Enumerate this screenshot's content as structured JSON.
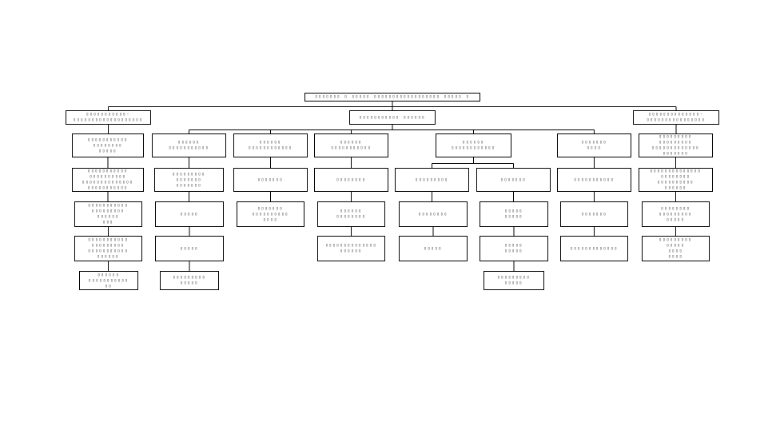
{
  "diagram": {
    "type": "org-chart",
    "note": "Box labels in the source screenshot are rendered as unreadable placeholder glyphs; they are transcribed here as the same placeholder glyphs.",
    "nodes": [
      {
        "id": "root",
        "label": "▯▯▯▯▯▯▯ ▯ ▯▯▯▯▯ ▯▯▯▯▯▯▯▯▯▯▯▯▯▯▯▯▯▯ ▯▯▯▯▯ ▯"
      },
      {
        "id": "l",
        "label": "▯▯▯▯▯▯▯▯▯▯▯-\n▯▯▯▯▯▯▯▯▯▯▯▯▯▯▯▯▯▯▯"
      },
      {
        "id": "c",
        "label": "▯▯▯▯▯▯▯▯▯▯▯ ▯▯▯▯▯▯"
      },
      {
        "id": "r",
        "label": "▯▯▯▯▯▯▯▯▯▯▯▯▯▯-\n▯▯▯▯▯▯▯▯▯▯▯▯▯▯▯▯"
      },
      {
        "id": "a1",
        "label": "▯▯▯▯▯▯▯▯▯▯▯\n▯▯▯▯▯▯▯▯\n▯▯▯▯▯"
      },
      {
        "id": "a2",
        "label": "▯▯▯▯▯▯▯▯▯▯▯\n▯▯▯▯▯▯▯▯▯▯\n▯▯▯▯▯▯▯▯▯▯▯▯▯▯\n▯▯▯▯▯▯▯▯▯▯▯"
      },
      {
        "id": "a3",
        "label": "▯▯▯▯▯▯▯▯▯▯▯\n▯▯▯▯▯▯▯▯▯\n▯▯▯▯▯▯\n▯▯▯"
      },
      {
        "id": "a4",
        "label": "▯▯▯▯▯▯▯▯▯▯▯\n▯▯▯▯▯▯▯▯▯\n▯▯▯▯▯▯▯▯▯▯▯\n▯▯▯▯▯▯"
      },
      {
        "id": "a5",
        "label": "▯▯▯▯▯▯\n▯▯▯▯▯▯▯▯▯▯▯\n▯▯"
      },
      {
        "id": "b1",
        "label": "▯▯▯▯▯▯\n▯▯▯▯▯▯▯▯▯▯▯"
      },
      {
        "id": "b2",
        "label": "▯▯▯▯▯▯▯▯▯\n▯▯▯▯▯▯▯\n▯▯▯▯▯▯▯"
      },
      {
        "id": "b3",
        "label": "▯▯▯▯▯"
      },
      {
        "id": "b4",
        "label": "▯▯▯▯▯"
      },
      {
        "id": "b5",
        "label": "▯▯▯▯▯▯▯▯▯\n▯▯▯▯▯"
      },
      {
        "id": "c1",
        "label": "▯▯▯▯▯▯\n▯▯▯▯▯▯▯▯▯▯▯▯"
      },
      {
        "id": "c2",
        "label": "▯▯▯▯▯▯▯"
      },
      {
        "id": "c3",
        "label": "▯▯▯▯▯▯▯\n▯▯▯▯▯▯▯▯▯▯\n▯▯▯▯"
      },
      {
        "id": "d1",
        "label": "▯▯▯▯▯▯\n▯▯▯▯▯▯▯▯▯▯▯"
      },
      {
        "id": "d2",
        "label": "▯▯▯▯▯▯▯▯"
      },
      {
        "id": "d3",
        "label": "▯▯▯▯▯▯\n▯▯▯▯▯▯▯▯"
      },
      {
        "id": "d4",
        "label": "▯▯▯▯▯▯▯▯▯▯▯▯▯▯\n▯▯▯▯▯▯"
      },
      {
        "id": "e1",
        "label": "▯▯▯▯▯▯\n▯▯▯▯▯▯▯▯▯▯▯▯"
      },
      {
        "id": "e2",
        "label": "▯▯▯▯▯▯▯▯▯"
      },
      {
        "id": "e3",
        "label": "▯▯▯▯▯▯▯"
      },
      {
        "id": "e4",
        "label": "▯▯▯▯▯▯▯▯"
      },
      {
        "id": "e5",
        "label": "▯▯▯▯▯"
      },
      {
        "id": "e6",
        "label": "▯▯▯▯▯\n▯▯▯▯▯"
      },
      {
        "id": "e7",
        "label": "▯▯▯▯▯\n▯▯▯▯▯"
      },
      {
        "id": "e8",
        "label": "▯▯▯▯▯▯▯▯▯\n▯▯▯▯▯"
      },
      {
        "id": "f1",
        "label": "▯▯▯▯▯▯▯\n▯▯▯▯"
      },
      {
        "id": "f2",
        "label": "▯▯▯▯▯▯▯▯▯▯▯"
      },
      {
        "id": "f3",
        "label": "▯▯▯▯▯▯▯"
      },
      {
        "id": "f4",
        "label": "▯▯▯▯▯▯▯▯▯▯▯▯▯"
      },
      {
        "id": "g1",
        "label": "▯▯▯▯▯▯▯▯▯\n▯▯▯▯▯▯▯▯▯\n▯▯▯▯▯▯▯▯▯▯▯▯▯\n▯▯▯▯▯▯▯"
      },
      {
        "id": "g2",
        "label": "▯▯▯▯▯▯▯▯▯▯▯▯▯▯\n▯▯▯▯▯▯▯▯\n▯▯▯▯▯▯▯▯▯▯\n▯▯▯▯▯▯"
      },
      {
        "id": "g3",
        "label": "▯▯▯▯▯▯▯▯\n▯▯▯▯▯▯▯▯▯\n▯▯▯▯▯"
      },
      {
        "id": "g4",
        "label": "▯▯▯▯▯▯▯▯▯\n▯▯▯▯▯\n▯▯▯▯\n▯▯▯▯"
      }
    ],
    "edges": [
      [
        "root",
        "l"
      ],
      [
        "root",
        "c"
      ],
      [
        "root",
        "r"
      ],
      [
        "l",
        "a1"
      ],
      [
        "a1",
        "a2"
      ],
      [
        "a2",
        "a3"
      ],
      [
        "a3",
        "a4"
      ],
      [
        "a4",
        "a5"
      ],
      [
        "c",
        "b1"
      ],
      [
        "c",
        "c1"
      ],
      [
        "c",
        "d1"
      ],
      [
        "c",
        "e1"
      ],
      [
        "c",
        "f1"
      ],
      [
        "b1",
        "b2"
      ],
      [
        "b2",
        "b3"
      ],
      [
        "b3",
        "b4"
      ],
      [
        "b4",
        "b5"
      ],
      [
        "c1",
        "c2"
      ],
      [
        "c2",
        "c3"
      ],
      [
        "d1",
        "d2"
      ],
      [
        "d2",
        "d3"
      ],
      [
        "d3",
        "d4"
      ],
      [
        "e1",
        "e2"
      ],
      [
        "e1",
        "e3"
      ],
      [
        "e2",
        "e4"
      ],
      [
        "e4",
        "e5"
      ],
      [
        "e3",
        "e6"
      ],
      [
        "e6",
        "e7"
      ],
      [
        "e7",
        "e8"
      ],
      [
        "f1",
        "f2"
      ],
      [
        "f2",
        "f3"
      ],
      [
        "f3",
        "f4"
      ],
      [
        "r",
        "g1"
      ],
      [
        "g1",
        "g2"
      ],
      [
        "g2",
        "g3"
      ],
      [
        "g3",
        "g4"
      ]
    ]
  }
}
